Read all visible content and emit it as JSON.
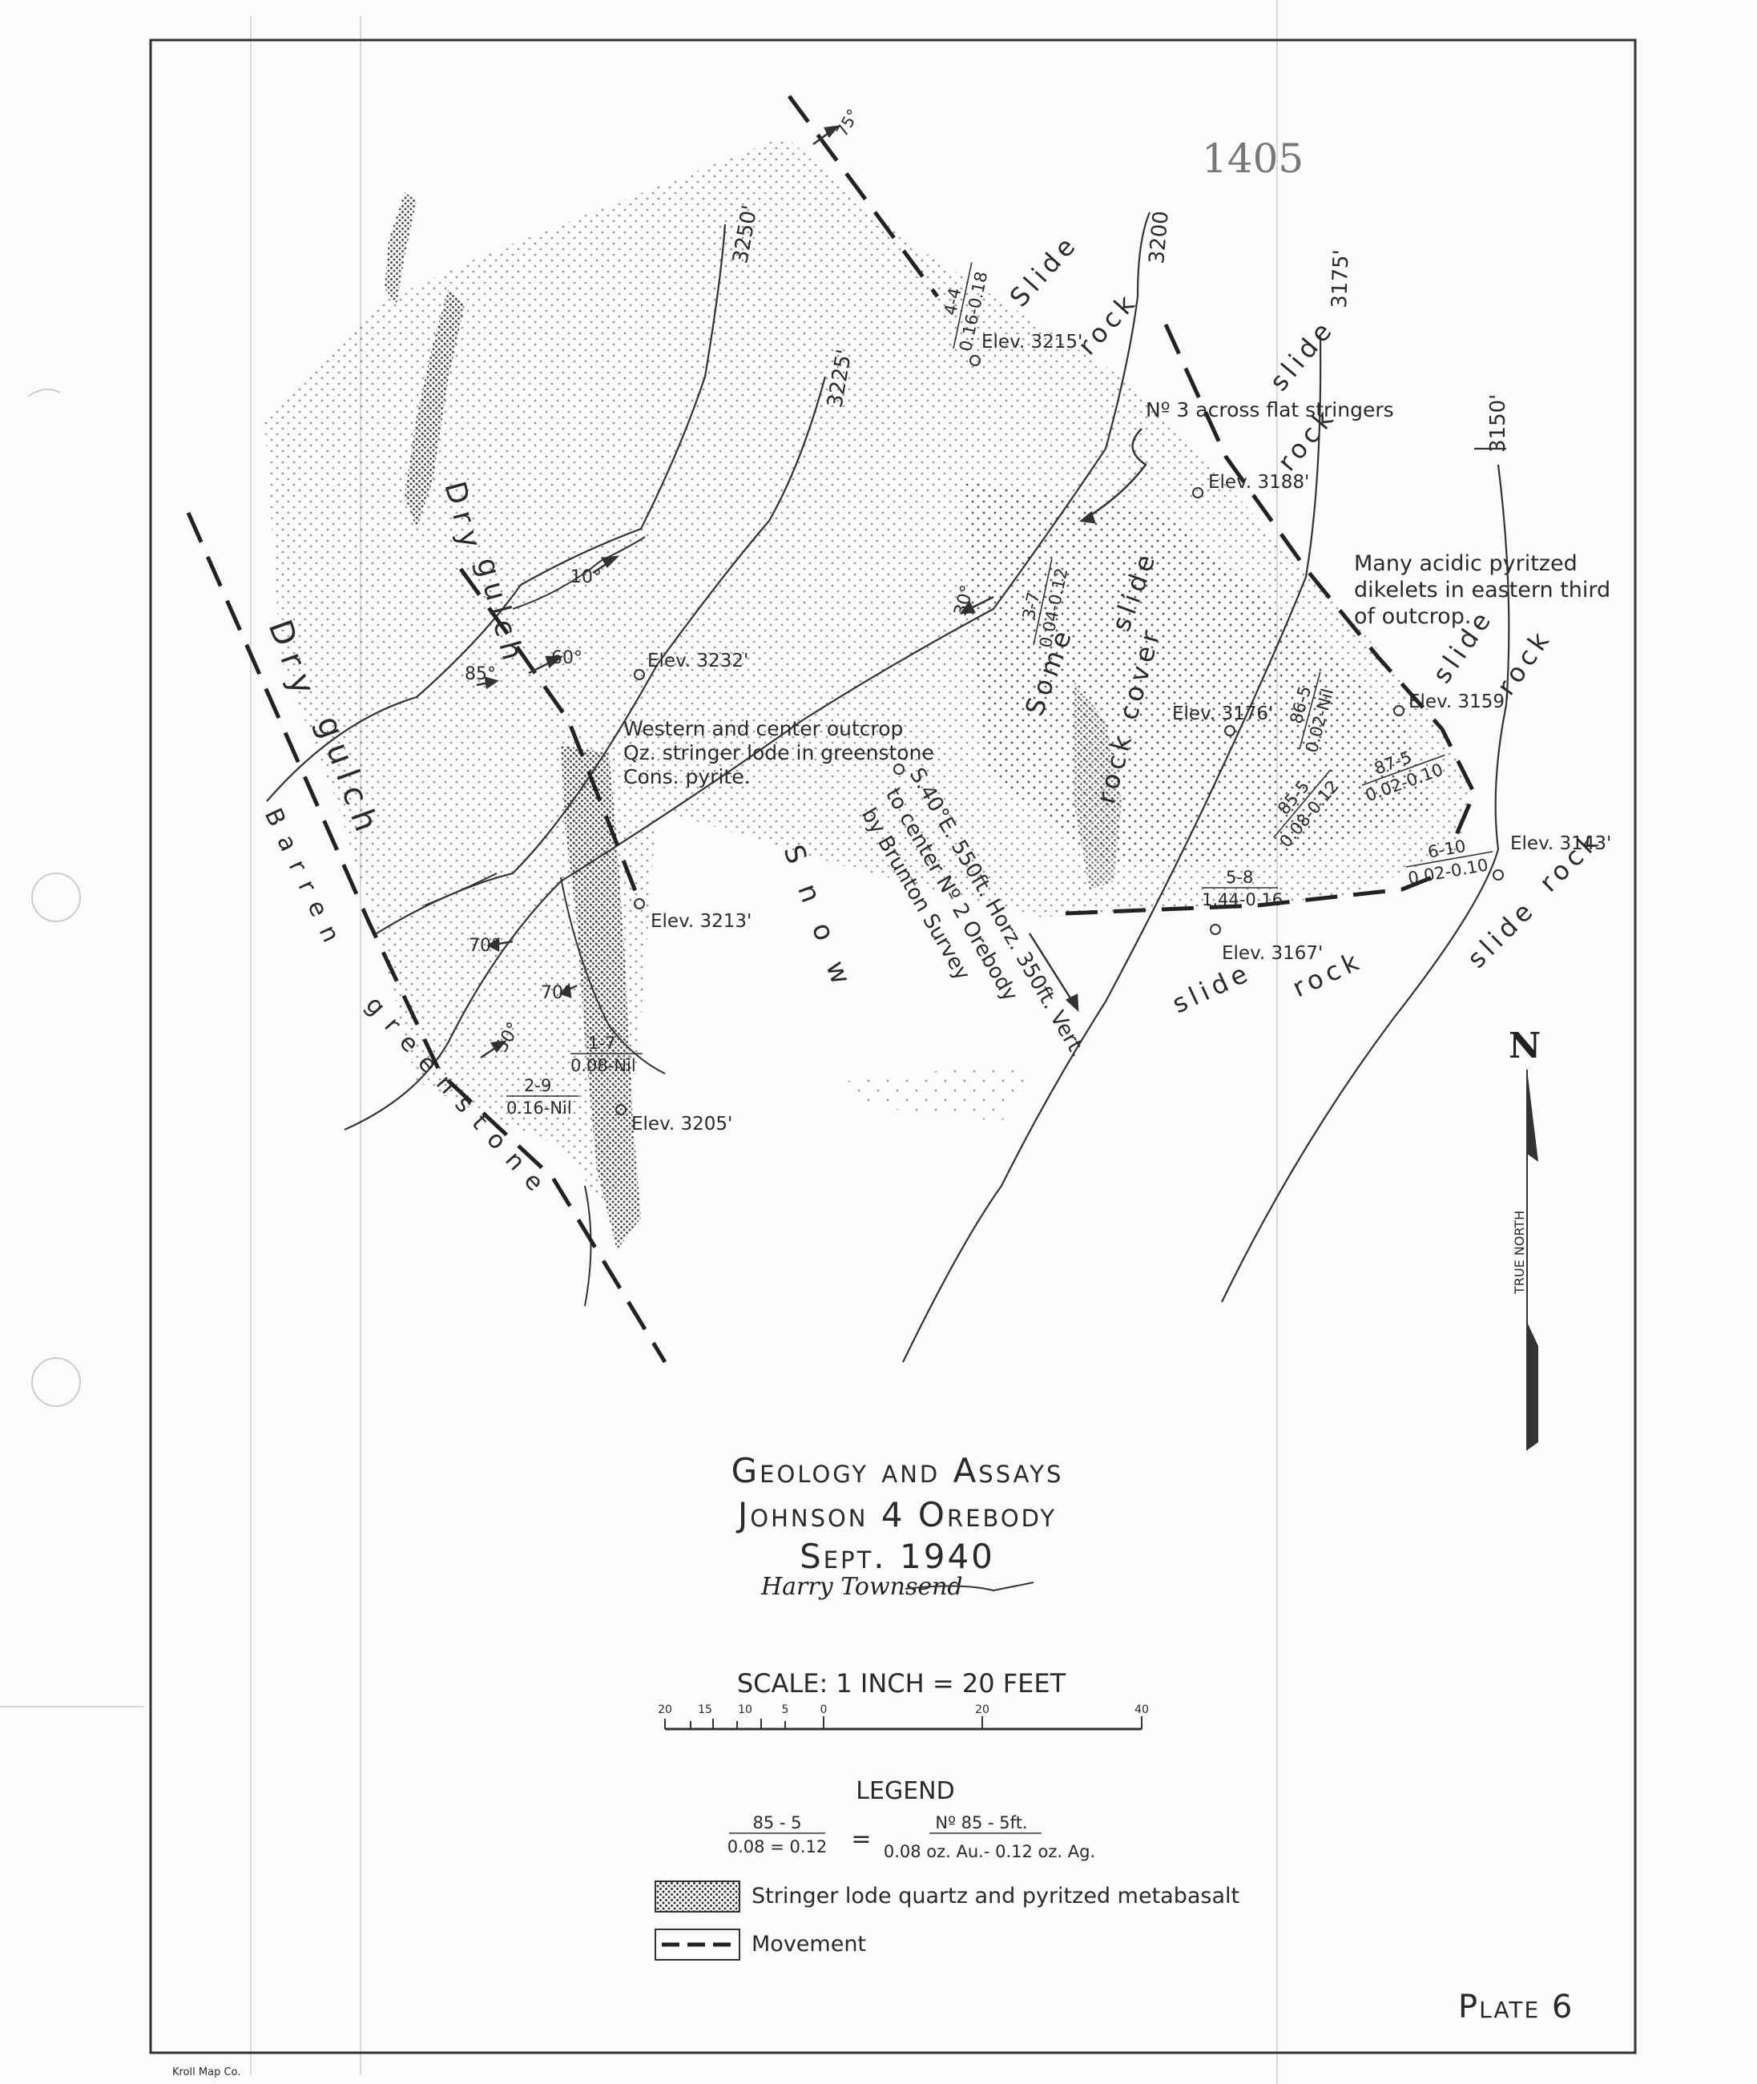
{
  "doc_number": "1405",
  "contours": [
    "3250'",
    "3225'",
    "3200",
    "3175'",
    "3150'"
  ],
  "dip_labels": [
    "75°",
    "10°",
    "60°",
    "85°",
    "70°",
    "70°",
    "50°",
    "30°"
  ],
  "elevations": [
    "Elev. 3215'",
    "Elev. 3188'",
    "Elev. 3232'",
    "Elev. 3176'",
    "Elev. 3159'",
    "Elev. 3143'",
    "Elev. 3213'",
    "Elev. 3167'",
    "Elev. 3205'"
  ],
  "assays": [
    {
      "num": "4-4",
      "val": "0.16-0.18"
    },
    {
      "num": "3-7",
      "val": "0.04-0.12"
    },
    {
      "num": "86-5",
      "val": "0.02-Nil"
    },
    {
      "num": "87-5",
      "val": "0.02-0.10"
    },
    {
      "num": "85-5",
      "val": "0.08-0.12"
    },
    {
      "num": "6-10",
      "val": "0.02-0.10"
    },
    {
      "num": "5-8",
      "val": "1.44-0.16"
    },
    {
      "num": "1-7",
      "val": "0.08-Nil"
    },
    {
      "num": "2-9",
      "val": "0.16-Nil"
    }
  ],
  "words": {
    "dry1": "Dry",
    "gulch1": "gulch",
    "dry2": "Dry",
    "gulch2": "gulch",
    "barren": "Barren",
    "greenstone": "greenstone",
    "snow": "Snow",
    "slide1": "Slide",
    "rock1": "rock",
    "slide2": "slide",
    "rock2": "rock",
    "some": "Some",
    "slide3": "slide",
    "rockcover": "rock cover",
    "slide4": "slide",
    "rock4": "rock",
    "slide5": "slide",
    "rock5": "rock",
    "slide6": "slide",
    "rock6": "rock"
  },
  "notes": {
    "stringers3": "Nº 3 across flat stringers",
    "acidic": [
      "Many acidic pyritzed",
      "dikelets in eastern third",
      "of outcrop."
    ],
    "western": [
      "Western and center outcrop",
      "Qz. stringer lode in greenstone",
      "Cons. pyrite."
    ],
    "survey": [
      "S.40°E. 550ft. Horz. 350ft. Vert.",
      "to center Nº 2 Orebody",
      "by Brunton Survey"
    ]
  },
  "title": {
    "line1": "Geology and Assays",
    "line2": "Johnson 4 Orebody",
    "line3": "Sept. 1940",
    "signature": "Harry Townsend"
  },
  "scale": {
    "label": "SCALE: 1 INCH = 20 FEET",
    "ticks": [
      "20",
      "15",
      "10",
      "5",
      "0",
      "20",
      "40"
    ]
  },
  "north": {
    "arrow": "N",
    "text": "TRUE NORTH"
  },
  "legend": {
    "title": "LEGEND",
    "example_num": "85 - 5",
    "example_val": "0.08 = 0.12",
    "equals": "=",
    "expl_num": "Nº 85 - 5ft.",
    "expl_val": "0.08 oz. Au.- 0.12 oz. Ag.",
    "stringer": "Stringer lode quartz and pyritzed metabasalt",
    "movement": "Movement"
  },
  "plate": "Plate 6",
  "printer": "Kroll Map Co."
}
